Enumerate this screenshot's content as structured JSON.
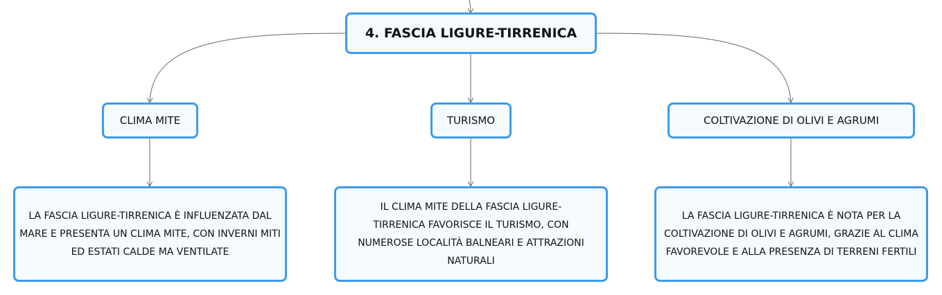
{
  "root": {
    "label": "4. FASCIA LIGURE-TIRRENICA"
  },
  "topics": [
    {
      "label": "CLIMA MITE",
      "detail": "LA FASCIA LIGURE-TIRRENICA È INFLUENZATA DAL MARE E PRESENTA UN CLIMA MITE, CON INVERNI MITI ED ESTATI CALDE MA VENTILATE"
    },
    {
      "label": "TURISMO",
      "detail": "IL CLIMA MITE DELLA FASCIA LIGURE-TIRRENICA FAVORISCE IL TURISMO, CON NUMEROSE LOCALITÀ BALNEARI E ATTRAZIONI NATURALI"
    },
    {
      "label": "COLTIVAZIONE DI OLIVI E AGRUMI",
      "detail": "LA FASCIA LIGURE-TIRRENICA È NOTA PER LA COLTIVAZIONE DI OLIVI E AGRUMI, GRAZIE AL CLIMA FAVOREVOLE E ALLA PRESENZA DI TERRENI FERTILI"
    }
  ],
  "colors": {
    "node_border": "#3d9bea",
    "node_fill": "#f4fafe",
    "connector": "#666666"
  }
}
